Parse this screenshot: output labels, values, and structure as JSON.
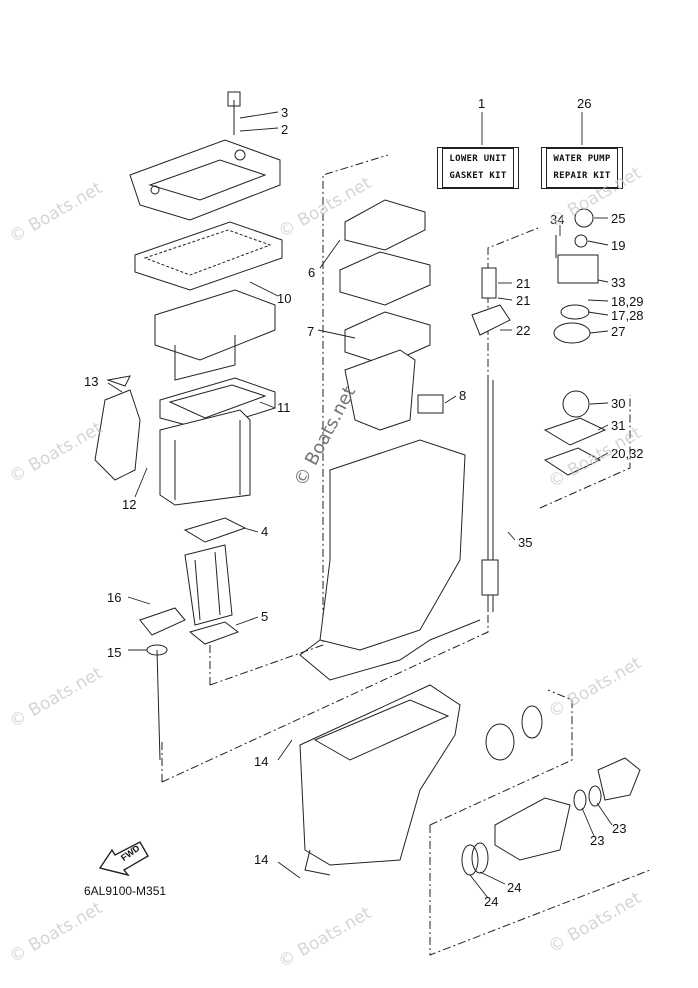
{
  "diagram": {
    "model_code": "6AL9100-M351",
    "fwd_label": "FWD",
    "watermark": "© Boats.net",
    "kits": {
      "gasket_kit": {
        "number": "1",
        "line1": "LOWER UNIT",
        "line2": "GASKET KIT"
      },
      "water_pump_kit": {
        "number": "26",
        "line1": "WATER PUMP",
        "line2": "REPAIR KIT"
      }
    },
    "callouts": [
      "3",
      "2",
      "6",
      "10",
      "7",
      "13",
      "11",
      "8",
      "12",
      "4",
      "16",
      "5",
      "15",
      "14",
      "14",
      "25",
      "34",
      "19",
      "21",
      "21",
      "33",
      "18,29",
      "17,28",
      "22",
      "27",
      "30",
      "31",
      "20,32",
      "35",
      "23",
      "23",
      "24",
      "24"
    ]
  }
}
